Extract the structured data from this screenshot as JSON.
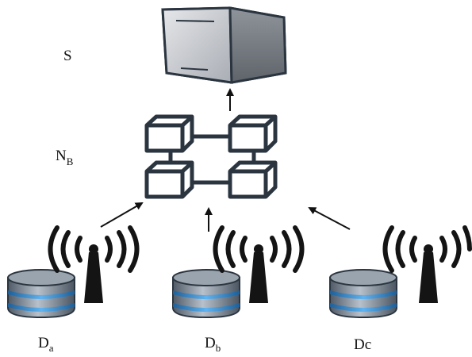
{
  "labels": {
    "server": {
      "main": "S",
      "sub": ""
    },
    "network": {
      "main": "N",
      "sub": "B"
    },
    "devices": [
      {
        "main": "D",
        "sub": "a"
      },
      {
        "main": "D",
        "sub": "b"
      },
      {
        "main": "Dc",
        "sub": ""
      }
    ]
  },
  "colors": {
    "outline": "#2b3540",
    "server_body": "#b9bcc2",
    "server_face": "#d9dadd",
    "server_side": "#7d8188",
    "db_body": "#6b7683",
    "db_band": "#2f7fc1",
    "tower": "#141414",
    "arrow": "#111111"
  },
  "icons": [
    "server-icon",
    "network-cubes-icon",
    "database-icon",
    "radio-tower-icon",
    "arrow-icon"
  ]
}
